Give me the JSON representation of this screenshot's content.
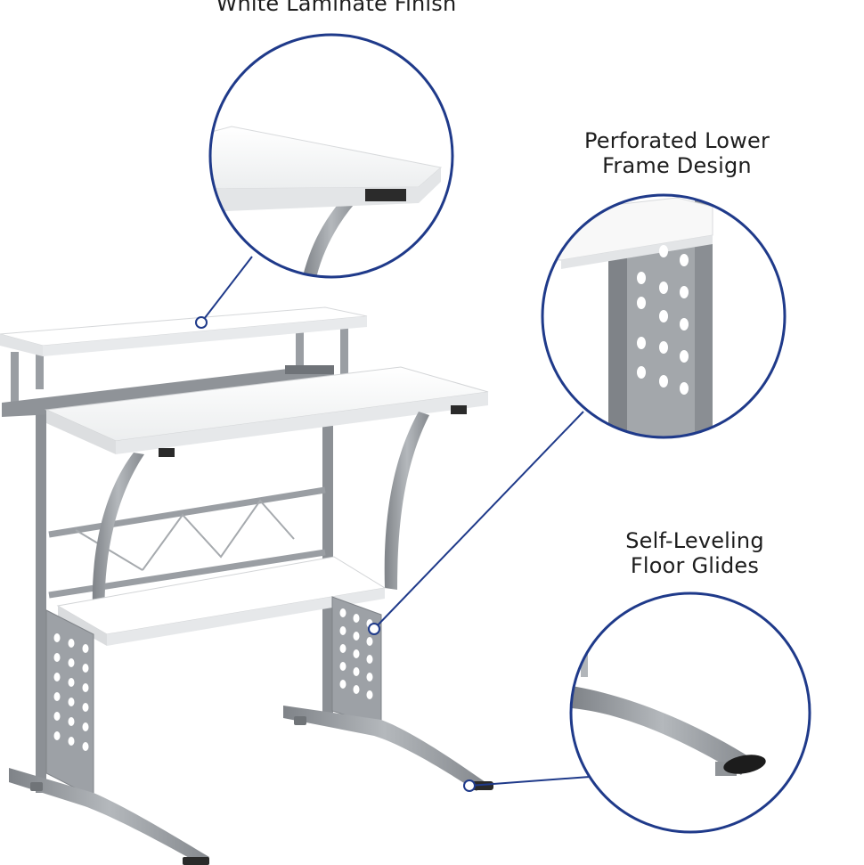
{
  "callouts": {
    "top": {
      "lines": [
        "White Laminate Finish"
      ]
    },
    "perforated": {
      "lines": [
        "Perforated Lower",
        "Frame Design"
      ]
    },
    "glides": {
      "lines": [
        "Self-Leveling",
        "Floor Glides"
      ]
    }
  },
  "colors": {
    "accent_ring": "#1f3a8a",
    "laminate": "#f7f7f7",
    "frame": "#9a9ea3",
    "frame_dark": "#6e7277",
    "glide": "#2a2a2a"
  }
}
